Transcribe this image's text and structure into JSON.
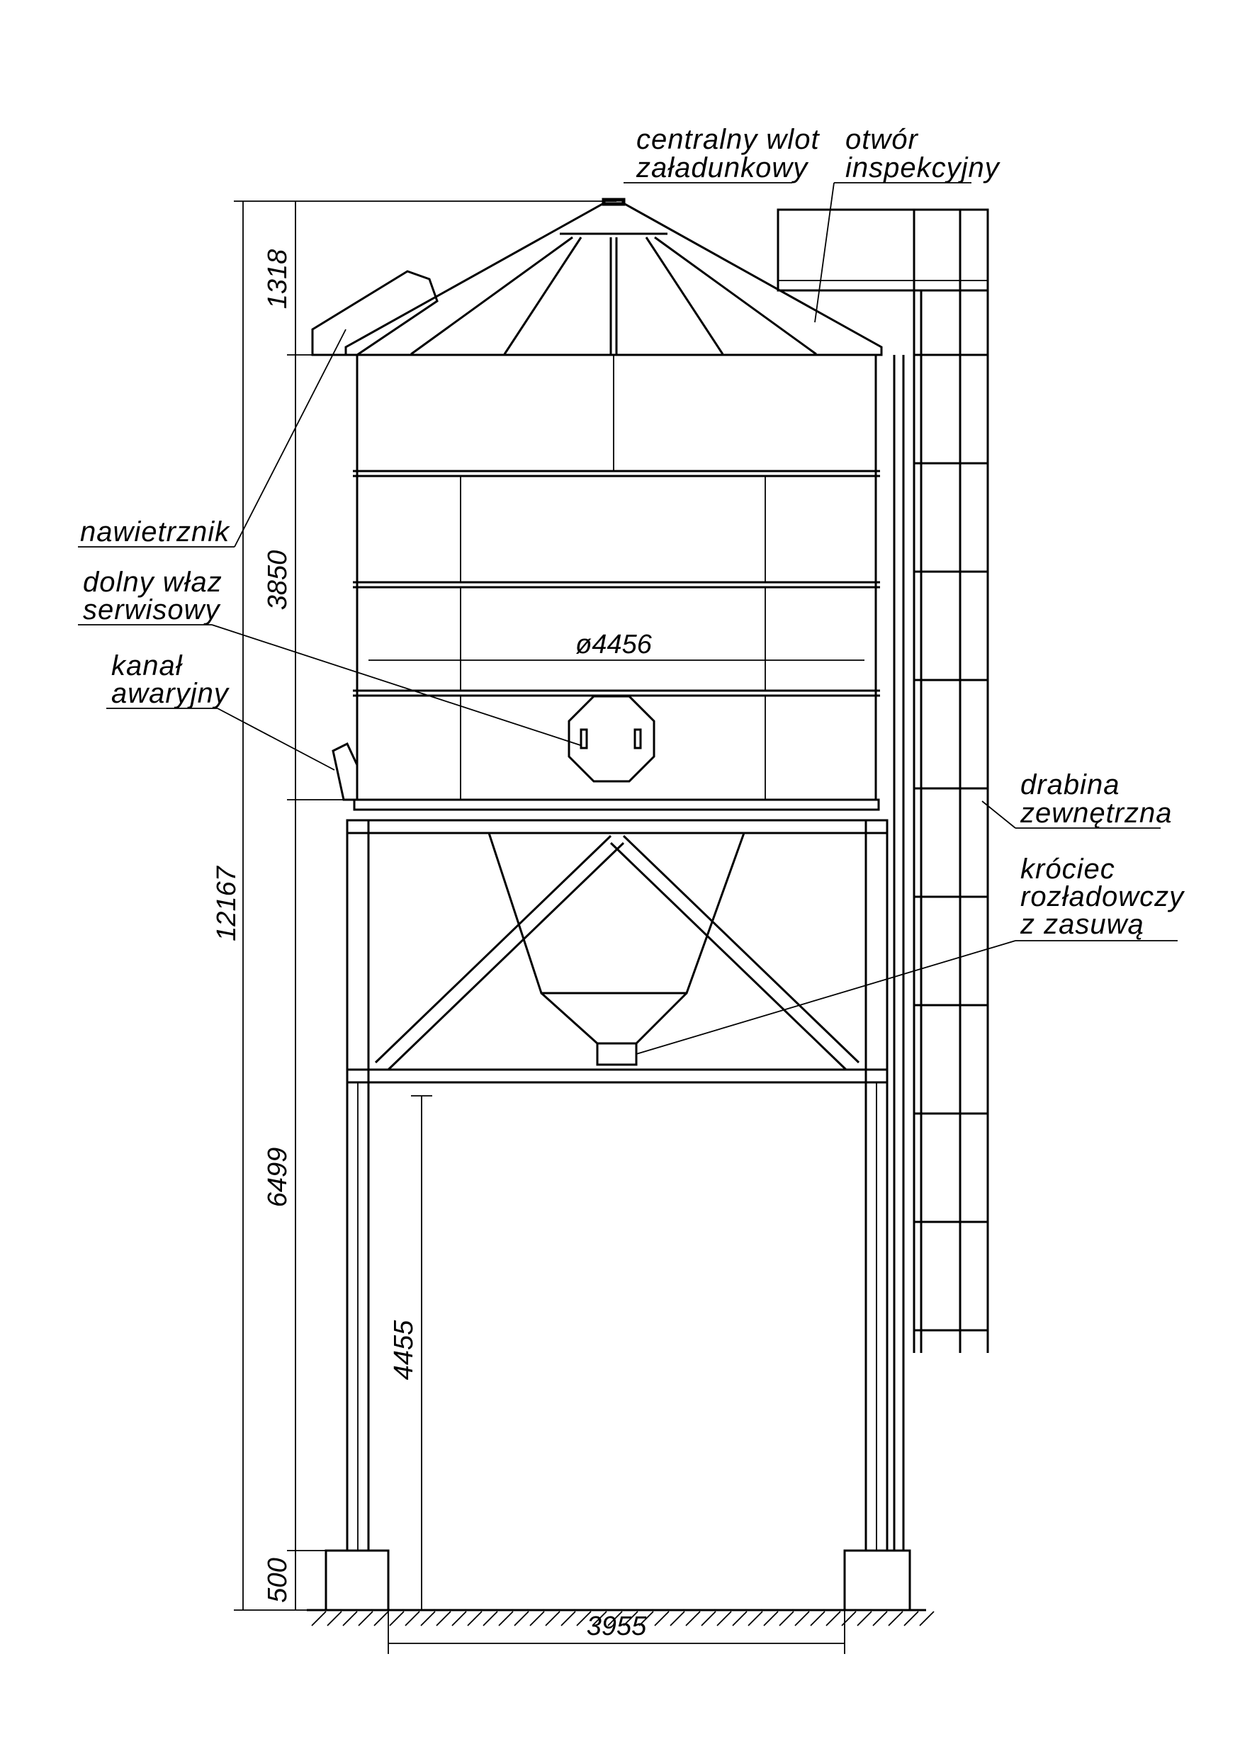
{
  "labels": {
    "inlet": [
      "centralny wlot",
      "załadunkowy"
    ],
    "inspection": [
      "otwór",
      "inspekcyjny"
    ],
    "vent": [
      "nawietrznik"
    ],
    "hatch": [
      "dolny właz",
      "serwisowy"
    ],
    "emergency": [
      "kanał",
      "awaryjny"
    ],
    "ladder": [
      "drabina",
      "zewnętrzna"
    ],
    "outlet": [
      "króciec",
      "rozładowczy",
      "z zasuwą"
    ]
  },
  "dimensions": {
    "roof_height": "1318",
    "cylinder_height": "3850",
    "total_height": "12167",
    "support_height": "6499",
    "foundation_height": "500",
    "clearance": "4455",
    "diameter": "ø4456",
    "leg_spacing": "3955"
  }
}
